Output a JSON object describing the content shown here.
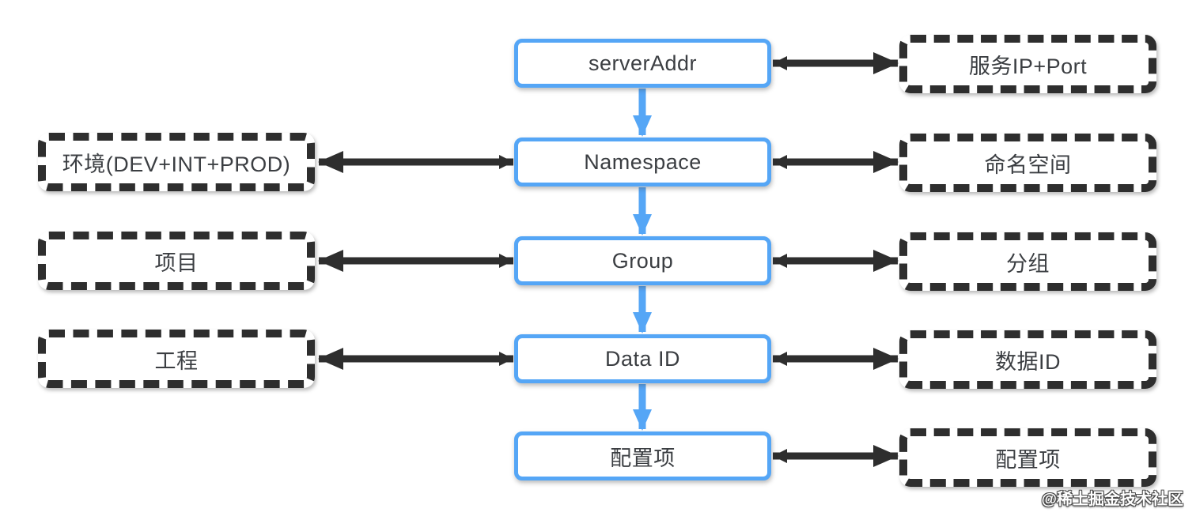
{
  "diagram": {
    "title_hint": "Nacos concept mapping diagram",
    "center_nodes": [
      "serverAddr",
      "Namespace",
      "Group",
      "Data ID",
      "配置项"
    ],
    "left_nodes": [
      "环境(DEV+INT+PROD)",
      "项目",
      "工程"
    ],
    "right_nodes": [
      "服务IP+Port",
      "命名空间",
      "分组",
      "数据ID",
      "配置项"
    ],
    "watermark": "@稀土掘金技术社区",
    "colors": {
      "node_border_blue": "#55a6f6",
      "arrow_blue": "#55a6f6",
      "dashed_border_dark": "#2e2e2e",
      "arrow_dark": "#2e2e2e",
      "text": "#3b3e42",
      "background": "#ffffff"
    }
  }
}
